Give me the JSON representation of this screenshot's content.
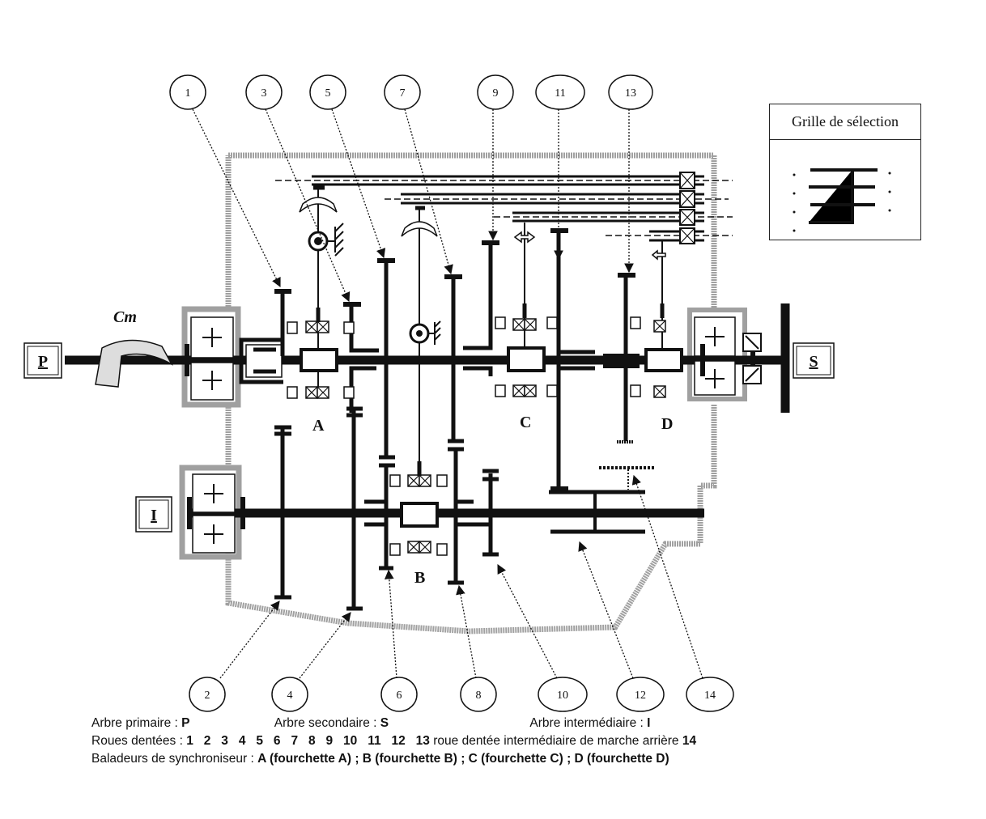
{
  "labels": {
    "top": [
      "1",
      "3",
      "5",
      "7",
      "9",
      "11",
      "13"
    ],
    "bottom": [
      "2",
      "4",
      "6",
      "8",
      "10",
      "12",
      "14"
    ]
  },
  "shafts": {
    "primary": "P",
    "secondary": "S",
    "intermediate": "I"
  },
  "torque_label": "Cm",
  "synchronizers": [
    "A",
    "B",
    "C",
    "D"
  ],
  "selection_grid": {
    "title": "Grille de sélection"
  },
  "legend": {
    "line1": {
      "primary_label": "Arbre primaire : ",
      "primary": "P",
      "secondary_label": "Arbre secondaire : ",
      "secondary": "S",
      "intermediate_label": "Arbre intermédiaire : ",
      "intermediate": "I"
    },
    "line2": {
      "label": "Roues dentées : ",
      "gears": "1   2   3   4   5   6   7   8   9   10   11   12   13",
      "reverse_label": " roue dentée intermédiaire de marche arrière ",
      "reverse": "14"
    },
    "line3": {
      "label": "Baladeurs de synchroniseur : ",
      "value": "A (fourchette A) ; B (fourchette B) ; C (fourchette C) ; D (fourchette D)"
    }
  },
  "colors": {
    "ink": "#111111",
    "housing": "#9a9a9a"
  }
}
